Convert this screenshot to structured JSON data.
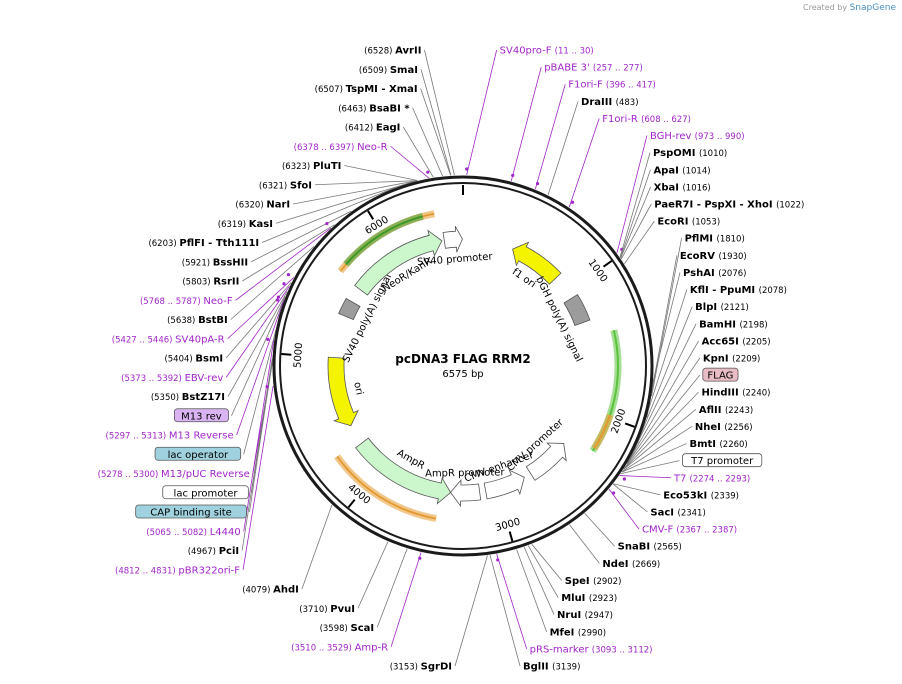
{
  "credit": {
    "prefix": "Created by",
    "brand": "SnapGene"
  },
  "plasmid": {
    "name": "pcDNA3 FLAG RRM2",
    "length_label": "6575 bp",
    "total": 6575
  },
  "ticks": [
    {
      "pos": 1000,
      "label": "1000"
    },
    {
      "pos": 2000,
      "label": "2000"
    },
    {
      "pos": 3000,
      "label": "3000"
    },
    {
      "pos": 4000,
      "label": "4000"
    },
    {
      "pos": 5000,
      "label": "5000"
    },
    {
      "pos": 6000,
      "label": "6000"
    }
  ],
  "colors": {
    "enzyme": "#000000",
    "primer": "#a125c8",
    "coord": "#5a5a5a",
    "ring": "#1b1b1b"
  },
  "enzymes_right": [
    {
      "pos": 483,
      "name": "DraIII",
      "coord": "(483)",
      "type": "enzyme"
    },
    {
      "pos": 1010,
      "name": "PspOMI",
      "coord": "(1010)",
      "type": "enzyme"
    },
    {
      "pos": 1014,
      "name": "ApaI",
      "coord": "(1014)",
      "type": "enzyme"
    },
    {
      "pos": 1016,
      "name": "XbaI",
      "coord": "(1016)",
      "type": "enzyme"
    },
    {
      "pos": 1022,
      "name": "PaeR7I - PspXI - XhoI",
      "coord": "(1022)",
      "type": "enzyme"
    },
    {
      "pos": 1053,
      "name": "EcoRI",
      "coord": "(1053)",
      "type": "enzyme"
    },
    {
      "pos": 1810,
      "name": "PflMI",
      "coord": "(1810)",
      "type": "enzyme"
    },
    {
      "pos": 1930,
      "name": "EcoRV",
      "coord": "(1930)",
      "type": "enzyme"
    },
    {
      "pos": 2076,
      "name": "PshAI",
      "coord": "(2076)",
      "type": "enzyme"
    },
    {
      "pos": 2078,
      "name": "KflI - PpuMI",
      "coord": "(2078)",
      "type": "enzyme"
    },
    {
      "pos": 2121,
      "name": "BlpI",
      "coord": "(2121)",
      "type": "enzyme"
    },
    {
      "pos": 2198,
      "name": "BamHI",
      "coord": "(2198)",
      "type": "enzyme"
    },
    {
      "pos": 2205,
      "name": "Acc65I",
      "coord": "(2205)",
      "type": "enzyme"
    },
    {
      "pos": 2209,
      "name": "KpnI",
      "coord": "(2209)",
      "type": "enzyme"
    },
    {
      "pos": 2240,
      "name": "HindIII",
      "coord": "(2240)",
      "type": "enzyme"
    },
    {
      "pos": 2243,
      "name": "AflII",
      "coord": "(2243)",
      "type": "enzyme"
    },
    {
      "pos": 2256,
      "name": "NheI",
      "coord": "(2256)",
      "type": "enzyme"
    },
    {
      "pos": 2260,
      "name": "BmtI",
      "coord": "(2260)",
      "type": "enzyme"
    },
    {
      "pos": 2339,
      "name": "Eco53kI",
      "coord": "(2339)",
      "type": "enzyme"
    },
    {
      "pos": 2341,
      "name": "SacI",
      "coord": "(2341)",
      "type": "enzyme"
    },
    {
      "pos": 2565,
      "name": "SnaBI",
      "coord": "(2565)",
      "type": "enzyme"
    },
    {
      "pos": 2669,
      "name": "NdeI",
      "coord": "(2669)",
      "type": "enzyme"
    },
    {
      "pos": 2902,
      "name": "SpeI",
      "coord": "(2902)",
      "type": "enzyme"
    },
    {
      "pos": 2923,
      "name": "MluI",
      "coord": "(2923)",
      "type": "enzyme"
    },
    {
      "pos": 2947,
      "name": "NruI",
      "coord": "(2947)",
      "type": "enzyme"
    },
    {
      "pos": 2990,
      "name": "MfeI",
      "coord": "(2990)",
      "type": "enzyme"
    },
    {
      "pos": 3139,
      "name": "BglII",
      "coord": "(3139)",
      "type": "enzyme"
    }
  ],
  "features_right_labels": [
    {
      "pos": 20,
      "name": "SV40pro-F",
      "coord": "(11 .. 30)",
      "type": "primer"
    },
    {
      "pos": 267,
      "name": "pBABE 3'",
      "coord": "(257 .. 277)",
      "type": "primer"
    },
    {
      "pos": 406,
      "name": "F1ori-F",
      "coord": "(396 .. 417)",
      "type": "primer"
    },
    {
      "pos": 617,
      "name": "F1ori-R",
      "coord": "(608 .. 627)",
      "type": "primer"
    },
    {
      "pos": 981,
      "name": "BGH-rev",
      "coord": "(973 .. 990)",
      "type": "primer"
    },
    {
      "pos": 2230,
      "name": "FLAG",
      "type": "box_pink"
    },
    {
      "pos": 2270,
      "name": "T7 promoter",
      "type": "box_white"
    },
    {
      "pos": 2283,
      "name": "T7",
      "coord": "(2274 .. 2293)",
      "type": "primer"
    },
    {
      "pos": 2377,
      "name": "CMV-F",
      "coord": "(2367 .. 2387)",
      "type": "primer"
    },
    {
      "pos": 3102,
      "name": "pRS-marker",
      "coord": "(3093 .. 3112)",
      "type": "primer"
    }
  ],
  "enzymes_left": [
    {
      "pos": 6528,
      "name": "AvrII",
      "coord": "(6528)",
      "type": "enzyme"
    },
    {
      "pos": 6509,
      "name": "SmaI",
      "coord": "(6509)",
      "type": "enzyme"
    },
    {
      "pos": 6507,
      "name": "TspMI - XmaI",
      "coord": "(6507)",
      "type": "enzyme"
    },
    {
      "pos": 6463,
      "name": "BsaBI *",
      "coord": "(6463)",
      "type": "enzyme"
    },
    {
      "pos": 6412,
      "name": "EagI",
      "coord": "(6412)",
      "type": "enzyme"
    },
    {
      "pos": 6387,
      "name": "Neo-R",
      "coord": "(6378 .. 6397)",
      "type": "primer"
    },
    {
      "pos": 6323,
      "name": "PluTI",
      "coord": "(6323)",
      "type": "enzyme"
    },
    {
      "pos": 6321,
      "name": "SfoI",
      "coord": "(6321)",
      "type": "enzyme"
    },
    {
      "pos": 6320,
      "name": "NarI",
      "coord": "(6320)",
      "type": "enzyme"
    },
    {
      "pos": 6319,
      "name": "KasI",
      "coord": "(6319)",
      "type": "enzyme"
    },
    {
      "pos": 6203,
      "name": "PflFI - Tth111I",
      "coord": "(6203)",
      "type": "enzyme"
    },
    {
      "pos": 5921,
      "name": "BssHII",
      "coord": "(5921)",
      "type": "enzyme"
    },
    {
      "pos": 5803,
      "name": "RsrII",
      "coord": "(5803)",
      "type": "enzyme"
    },
    {
      "pos": 5777,
      "name": "Neo-F",
      "coord": "(5768 .. 5787)",
      "type": "primer"
    },
    {
      "pos": 5638,
      "name": "BstBI",
      "coord": "(5638)",
      "type": "enzyme"
    },
    {
      "pos": 5436,
      "name": "SV40pA-R",
      "coord": "(5427 .. 5446)",
      "type": "primer"
    },
    {
      "pos": 5404,
      "name": "BsmI",
      "coord": "(5404)",
      "type": "enzyme"
    },
    {
      "pos": 5382,
      "name": "EBV-rev",
      "coord": "(5373 .. 5392)",
      "type": "primer"
    },
    {
      "pos": 5350,
      "name": "BstZ17I",
      "coord": "(5350)",
      "type": "enzyme"
    },
    {
      "pos": 5320,
      "name": "M13 rev",
      "type": "box_purple"
    },
    {
      "pos": 5305,
      "name": "M13 Reverse",
      "coord": "(5297 .. 5313)",
      "type": "primer"
    },
    {
      "pos": 5295,
      "name": "lac operator",
      "type": "box_teal"
    },
    {
      "pos": 5289,
      "name": "M13/pUC Reverse",
      "coord": "(5278 .. 5300)",
      "type": "primer"
    },
    {
      "pos": 5260,
      "name": "lac promoter",
      "type": "box_white"
    },
    {
      "pos": 5225,
      "name": "CAP binding site",
      "type": "box_teal"
    },
    {
      "pos": 5073,
      "name": "L4440",
      "coord": "(5065 .. 5082)",
      "type": "primer"
    },
    {
      "pos": 4967,
      "name": "PciI",
      "coord": "(4967)",
      "type": "enzyme"
    },
    {
      "pos": 4821,
      "name": "pBR322ori-F",
      "coord": "(4812 .. 4831)",
      "type": "primer"
    },
    {
      "pos": 4079,
      "name": "AhdI",
      "coord": "(4079)",
      "type": "enzyme"
    },
    {
      "pos": 3710,
      "name": "PvuI",
      "coord": "(3710)",
      "type": "enzyme"
    },
    {
      "pos": 3598,
      "name": "ScaI",
      "coord": "(3598)",
      "type": "enzyme"
    },
    {
      "pos": 3519,
      "name": "Amp-R",
      "coord": "(3510 .. 3529)",
      "type": "primer"
    },
    {
      "pos": 3153,
      "name": "SgrDI",
      "coord": "(3153)",
      "type": "enzyme"
    }
  ],
  "features": [
    {
      "name": "f1 ori",
      "start": 420,
      "end": 850,
      "color": "#f4f400",
      "strand": "rev"
    },
    {
      "name": "bGH poly(A) signal",
      "start": 1060,
      "end": 1280,
      "color": "#9c9c9c",
      "strand": "none"
    },
    {
      "name": "CMV enhancer",
      "start": 2760,
      "end": 3100,
      "color": "#ffffff",
      "strand": "rev"
    },
    {
      "name": "CMV promoter",
      "start": 2330,
      "end": 2700,
      "color": "#ffffff",
      "strand": "rev"
    },
    {
      "name": "AmpR promoter",
      "start": 3150,
      "end": 3390,
      "color": "#ffffff",
      "strand": "fwd"
    },
    {
      "name": "AmpR",
      "start": 3390,
      "end": 4250,
      "color": "#ccf6cc",
      "strand": "rev"
    },
    {
      "name": "ori",
      "start": 4420,
      "end": 5000,
      "color": "#f4f400",
      "strand": "rev"
    },
    {
      "name": "SV40 poly(A) signal",
      "start": 5350,
      "end": 5480,
      "color": "#9c9c9c",
      "strand": "none"
    },
    {
      "name": "NeoR/KanR",
      "start": 5600,
      "end": 6400,
      "color": "#ccf6cc",
      "strand": "fwd"
    },
    {
      "name": "SV40 promoter",
      "start": 6420,
      "end": 6570,
      "color": "#ffffff",
      "strand": "fwd"
    }
  ],
  "orfs": [
    {
      "start": 1400,
      "end": 2250,
      "color": "#5bc23c"
    },
    {
      "start": 1980,
      "end": 2230,
      "color": "#e49b32"
    },
    {
      "start": 3470,
      "end": 4280,
      "color": "#e49b32"
    },
    {
      "start": 5620,
      "end": 6380,
      "color": "#e49b32"
    },
    {
      "start": 5680,
      "end": 6300,
      "color": "#3c9a2a"
    }
  ],
  "feature_label_text": {
    "f1ori": "f1 ori",
    "bgh": "bGH poly(A) signal",
    "cmvenh": "CMV enhancer",
    "cmvpro": "CMV promoter",
    "amprpro": "AmpR promoter",
    "ampr": "AmpR",
    "ori": "ori",
    "sv40pa": "SV40 poly(A) signal",
    "neo": "NeoR/KanR",
    "sv40pro": "SV40 promoter"
  }
}
